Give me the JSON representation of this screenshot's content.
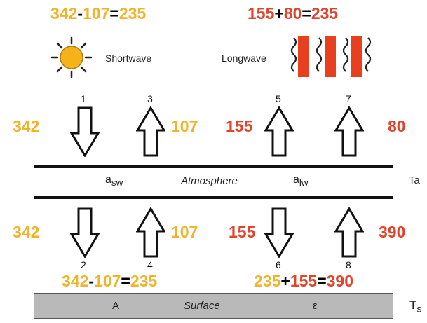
{
  "top": {
    "sw_equation": {
      "a": "342",
      "op1": "-",
      "b": "107",
      "op2": "=",
      "c": "235"
    },
    "lw_equation": {
      "a": "155",
      "op1": "+",
      "b": "80",
      "op2": "=",
      "c": "235"
    },
    "shortwave_label": "Shortwave",
    "longwave_label": "Longwave"
  },
  "arrows": [
    {
      "index": "1",
      "value": "342"
    },
    {
      "index": "3",
      "value": "107"
    },
    {
      "index": "5",
      "value": "155"
    },
    {
      "index": "7",
      "value": "80"
    },
    {
      "index": "2",
      "value": "342"
    },
    {
      "index": "4",
      "value": "107"
    },
    {
      "index": "6",
      "value": "155"
    },
    {
      "index": "8",
      "value": "390"
    }
  ],
  "atmosphere": {
    "a_sw": "a",
    "a_sw_sub": "sw",
    "label": "Atmosphere",
    "a_lw": "a",
    "a_lw_sub": "lw",
    "temp": "Ta"
  },
  "bottom": {
    "sw_equation": {
      "a": "342",
      "op1": "-",
      "b": "107",
      "op2": "=",
      "c": "235"
    },
    "lw_equation": {
      "a": "235",
      "op1": "+",
      "b": "155",
      "op2": "=",
      "c": "390"
    }
  },
  "surface": {
    "albedo": "A",
    "label": "Surface",
    "emissivity": "ε",
    "temp": "T",
    "temp_sub": "s"
  },
  "colors": {
    "shortwave": "#f2b32a",
    "longwave": "#e0442c"
  }
}
